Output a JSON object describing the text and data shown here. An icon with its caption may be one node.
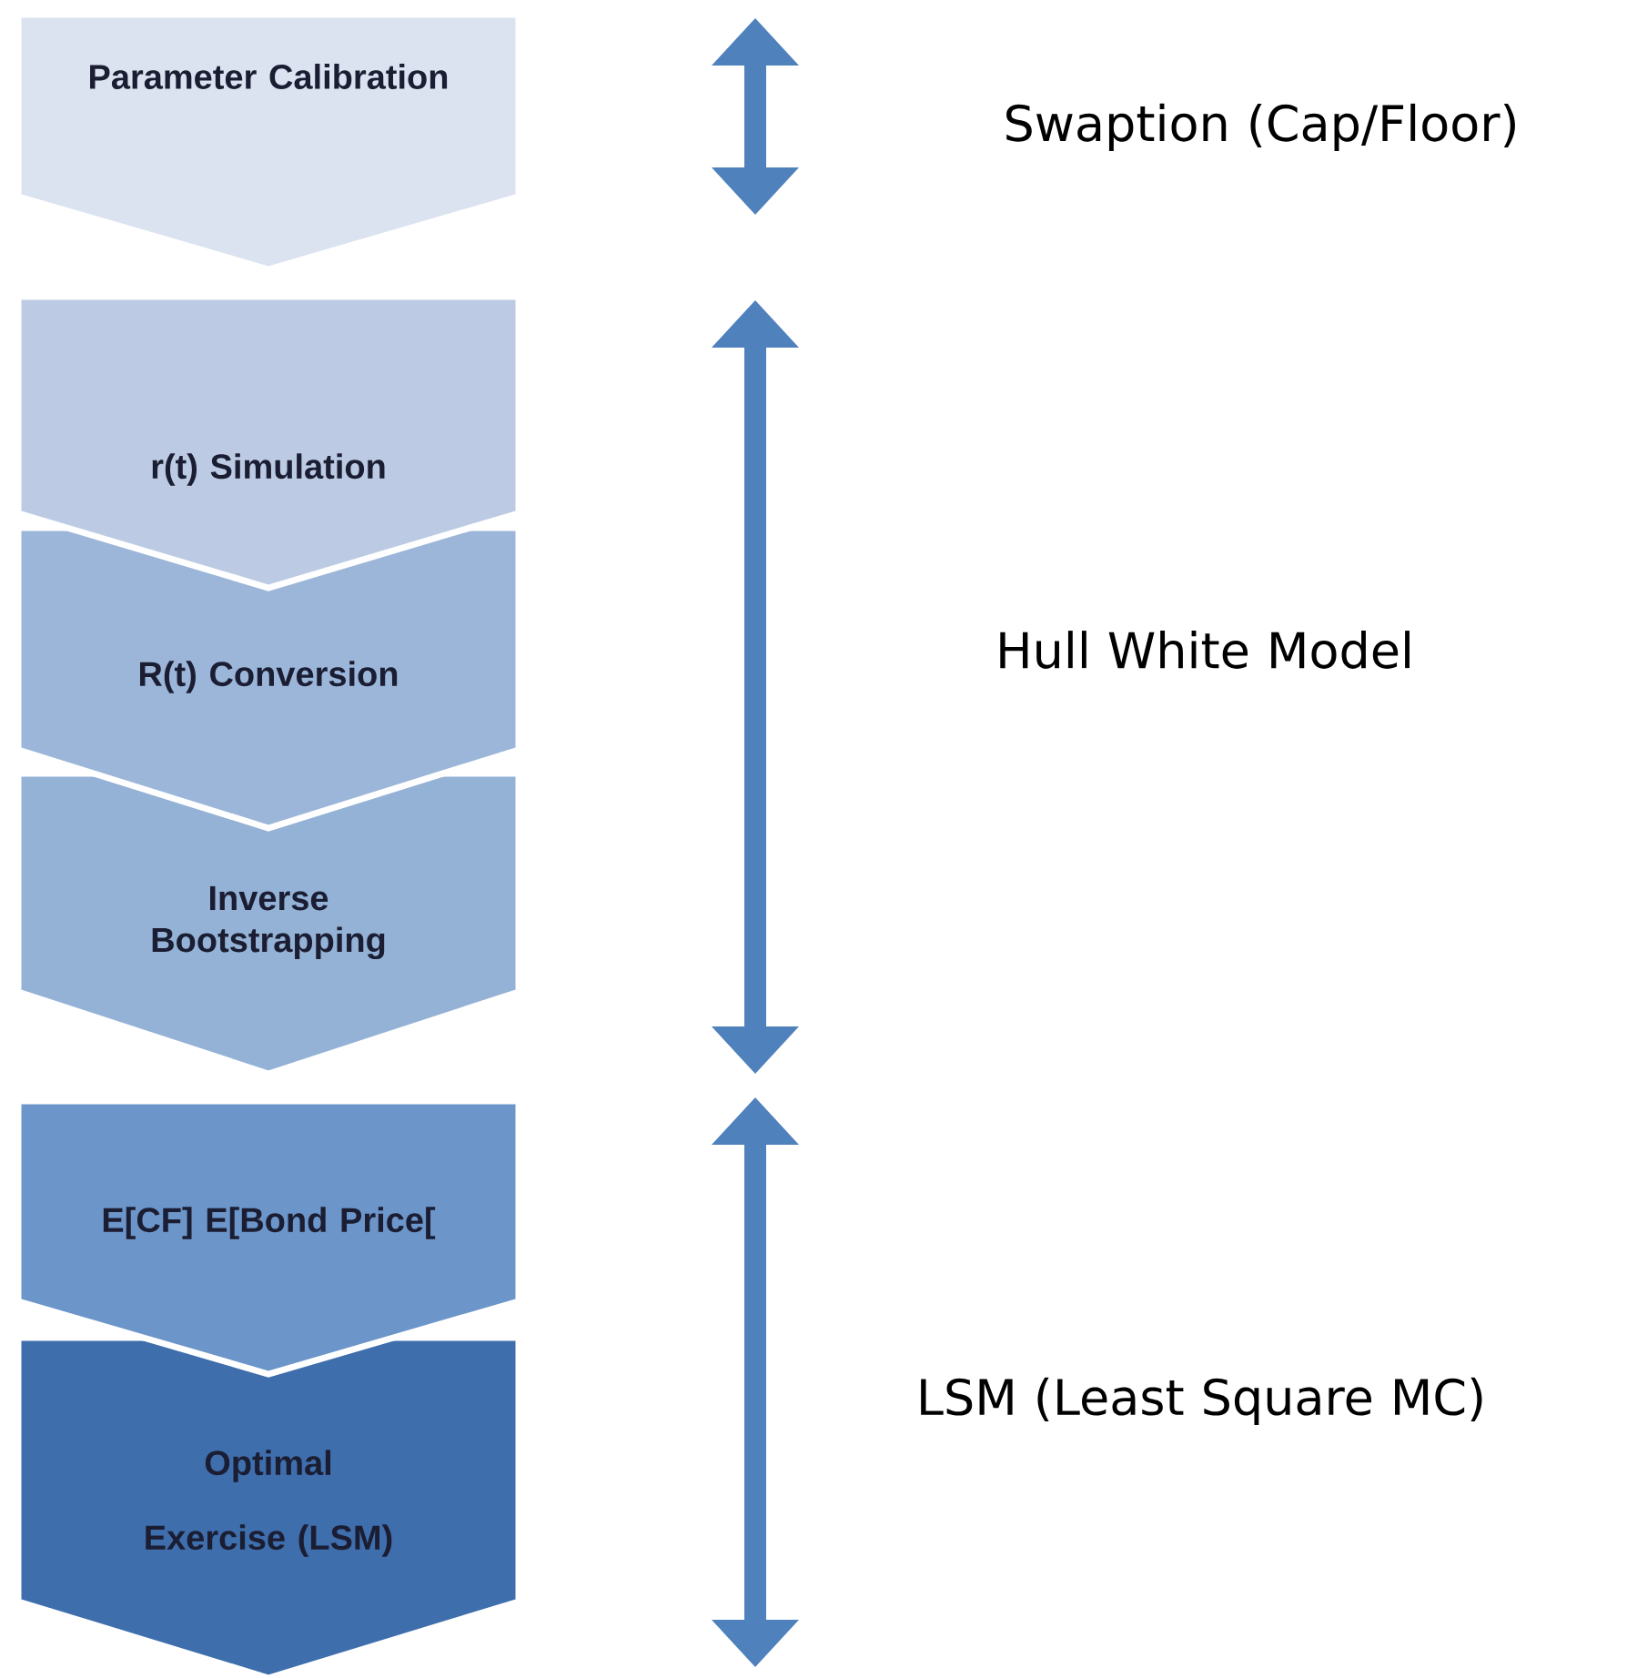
{
  "diagram": {
    "nodes": [
      {
        "text": [
          "Parameter Calibration"
        ]
      },
      {
        "text": [
          "r(t) Simulation"
        ]
      },
      {
        "text": [
          "R(t) Conversion"
        ]
      },
      {
        "text": [
          "Inverse Bootstrapping"
        ]
      },
      {
        "text": [
          "E[CF] E[Bond Price["
        ]
      },
      {
        "text": [
          "Optimal Exercise (LSM)"
        ]
      }
    ],
    "labels": [
      "Swaption (Cap/Floor)",
      "Hull White Model",
      "LSM (Least Square MC)"
    ]
  }
}
